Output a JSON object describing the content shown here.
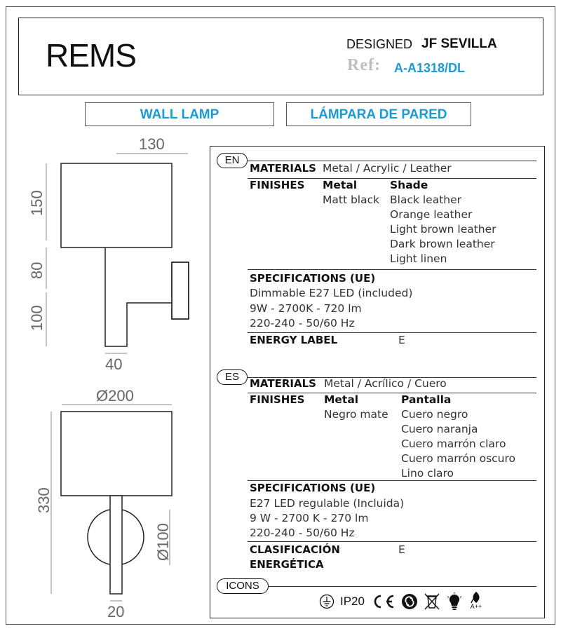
{
  "header": {
    "brand": "REMS",
    "designed_label": "DESIGNED",
    "designer": "JF SEVILLA",
    "ref_label": "Ref:",
    "ref_value": "A-A1318/DL"
  },
  "titles": {
    "en": "WALL LAMP",
    "es": "LÁMPARA DE PARED"
  },
  "dimensions": {
    "side": {
      "width": "130",
      "shade_h": "150",
      "arm_h": "80",
      "base_h": "100",
      "stem_w": "40"
    },
    "front": {
      "diameter": "Ø200",
      "height": "330",
      "plate_d": "Ø100",
      "stem_w": "20"
    }
  },
  "en": {
    "tag": "EN",
    "materials_label": "MATERIALS",
    "materials_value": "Metal / Acrylic / Leather",
    "finishes_label": "FINISHES",
    "metal_header": "Metal",
    "shade_header": "Shade",
    "metal_finish": "Matt black",
    "shade_finishes": [
      "Black leather",
      "Orange leather",
      "Light brown leather",
      "Dark brown leather",
      "Light linen"
    ],
    "specs_label": "SPECIFICATIONS (UE)",
    "specs": [
      "Dimmable E27 LED (included)",
      "9W - 2700K - 720 lm",
      "220-240 - 50/60 Hz"
    ],
    "energy_label": "ENERGY LABEL",
    "energy_value": "E"
  },
  "es": {
    "tag": "ES",
    "materials_label": "MATERIALS",
    "materials_value": "Metal / Acrílico / Cuero",
    "finishes_label": "FINISHES",
    "metal_header": "Metal",
    "shade_header": "Pantalla",
    "metal_finish": "Negro mate",
    "shade_finishes": [
      "Cuero negro",
      "Cuero naranja",
      "Cuero marrón claro",
      "Cuero marrón oscuro",
      "Lino claro"
    ],
    "specs_label": "SPECIFICATIONS (UE)",
    "specs": [
      "E27 LED regulable (Incluida)",
      "9 W - 2700 K - 270 lm",
      "220-240 - 50/60 Hz"
    ],
    "energy_label_1": "CLASIFICACIÓN",
    "energy_label_2": "ENERGÉTICA",
    "energy_value": "E"
  },
  "icons": {
    "tag": "ICONS",
    "ip_rating": "IP20",
    "energy_class": "A++",
    "list": [
      "ground-icon",
      "ce-mark-icon",
      "recycle-icon",
      "weee-bin-icon",
      "led-bulb-icon",
      "energy-leaf-icon"
    ]
  }
}
